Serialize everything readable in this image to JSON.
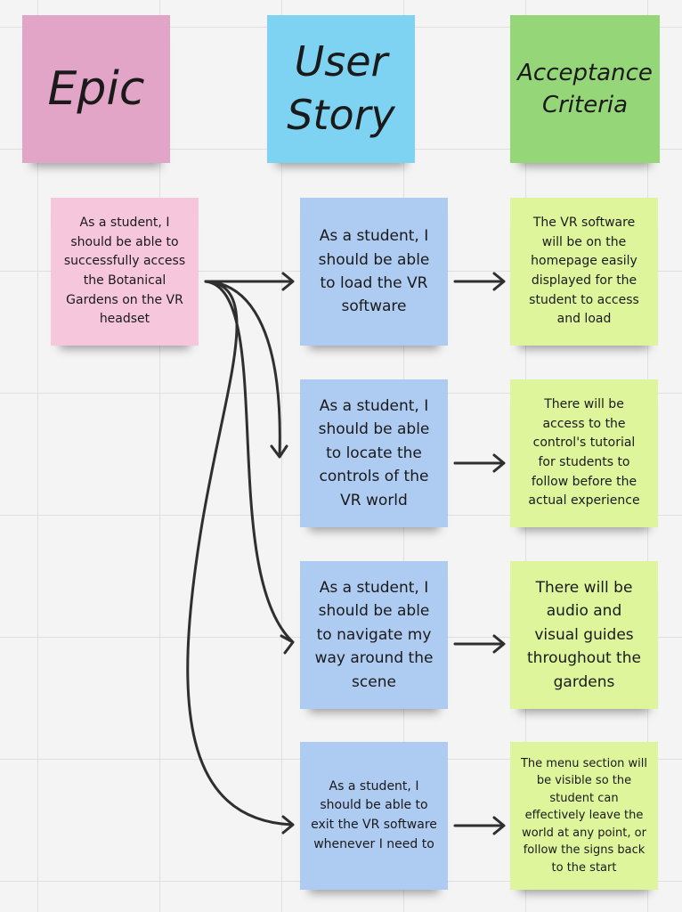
{
  "headers": {
    "epic": "Epic",
    "user_story": "User\nStory",
    "acceptance": "Acceptance\nCriteria"
  },
  "epic_note": "As a student, I should be able to successfully access the Botanical Gardens on the VR headset",
  "user_stories": [
    "As a student, I should be able to load the VR software",
    "As a student, I should be able to locate the controls of the VR world",
    "As a student, I should be able to navigate my way around the scene",
    "As a student, I should be able to exit the VR software whenever I need to"
  ],
  "acceptance_criteria": [
    "The VR software will be on the homepage easily displayed for the student to access and load",
    "There will be access to the control's tutorial for students to follow before the actual experience",
    "There will be audio and visual guides throughout the gardens",
    "The menu section will be visible so the student can effectively leave the world at any point, or follow the signs back to the start"
  ],
  "colors": {
    "epic_header": "#e3a5c7",
    "story_header": "#7fd3f2",
    "criteria_header": "#95d679",
    "epic_note": "#f6c6dc",
    "story_note": "#aecbf1",
    "criteria_note": "#def59c",
    "arrow": "#2f2f2f"
  }
}
